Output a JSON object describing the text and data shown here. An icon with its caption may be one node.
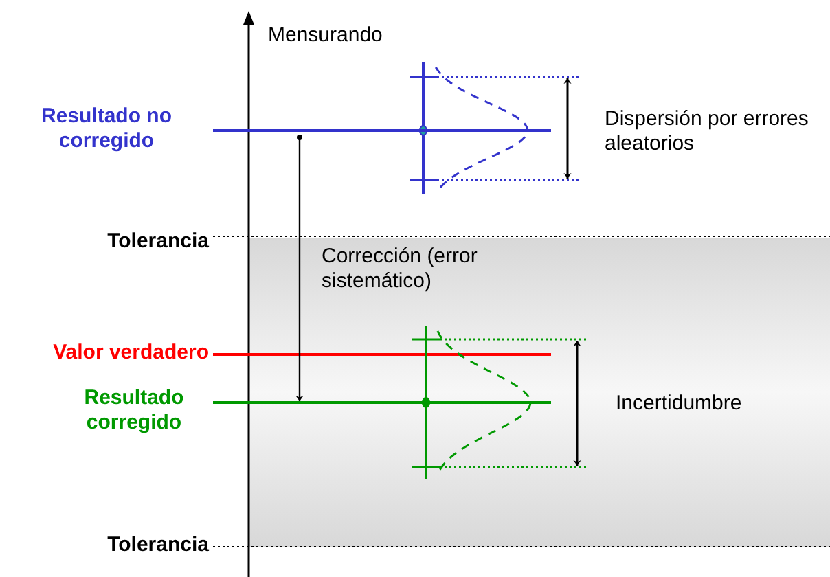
{
  "diagram": {
    "nodes": [
      {
        "text": [],
        "shape": "bar"
      },
      {
        "text": [],
        "shape": "bar"
      }
    ],
    "edges": [
      {
        "from": 0,
        "to": 1,
        "arrow": "to"
      }
    ],
    "labels": [
      "Mensurando",
      "Resultado no corregido",
      "Dispersión por errores aleatorios",
      "Tolerancia",
      "Corrección (error sistemático)",
      "Valor verdadero",
      "Resultado corregido",
      "Incertidumbre",
      "Tolerancia"
    ]
  }
}
